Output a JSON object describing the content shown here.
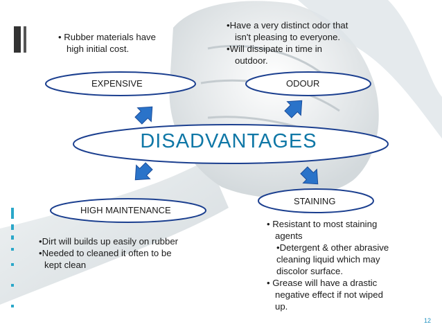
{
  "title": "DISADVANTAGES",
  "categories": {
    "expensive": {
      "label": "EXPENSIVE",
      "points": [
        "• Rubber materials have",
        "high initial cost."
      ]
    },
    "odour": {
      "label": "ODOUR",
      "points": [
        "•Have a very distinct odor that",
        "isn't pleasing to everyone.",
        "•Will dissipate in time in",
        "outdoor."
      ]
    },
    "high_maintenance": {
      "label": "HIGH MAINTENANCE",
      "points": [
        "•Dirt will builds up easily on rubber",
        "•Needed to cleaned it often to be",
        "kept clean"
      ]
    },
    "staining": {
      "label": "STAINING",
      "points": [
        "• Resistant to most staining",
        "agents",
        "•Detergent & other abrasive",
        "cleaning liquid which may",
        "discolor surface.",
        "• Grease will have a drastic",
        "negative effect if not wiped",
        "up."
      ]
    }
  },
  "page_number": "12",
  "colors": {
    "title": "#0f77a6",
    "ellipse": "#1b3f8f",
    "arrow": "#2a73c9",
    "accent": "#2aa7c9"
  },
  "icons": [
    "arrow-up-left-icon",
    "arrow-up-right-icon",
    "arrow-down-left-icon",
    "arrow-down-right-icon"
  ]
}
